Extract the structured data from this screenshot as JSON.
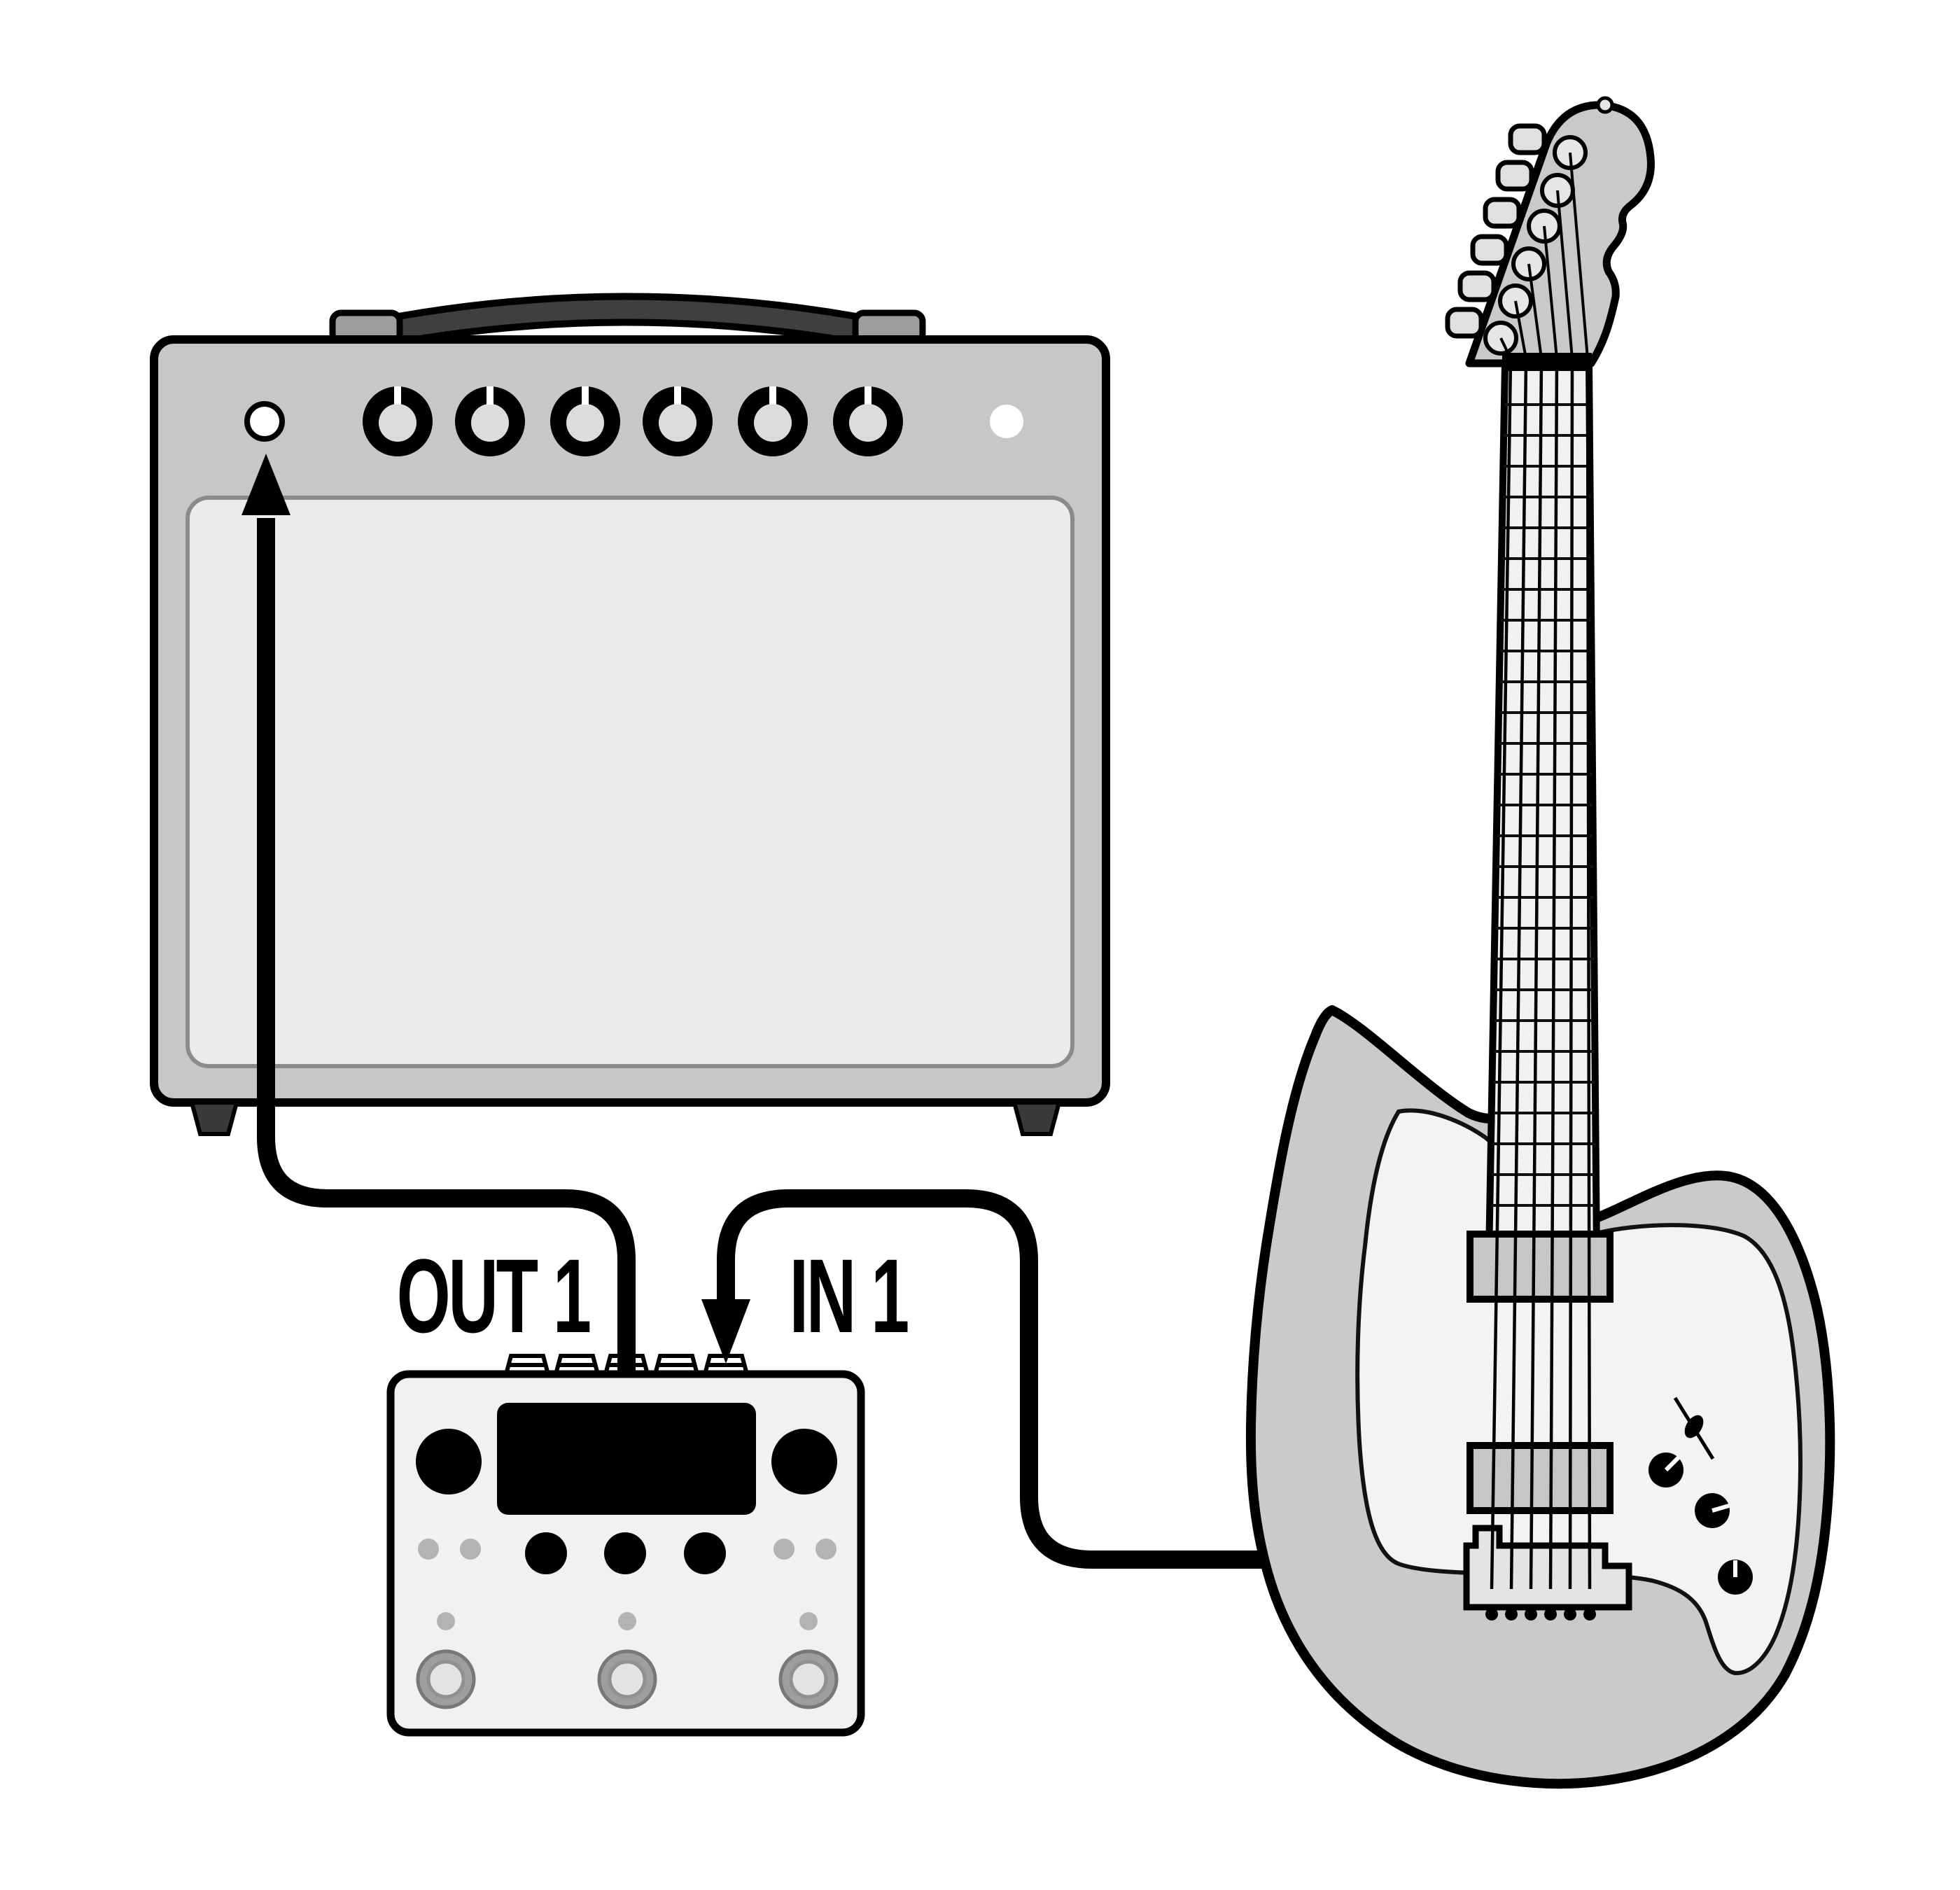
{
  "diagram": {
    "type": "guitar-signal-flow",
    "labels": {
      "out": "OUT 1",
      "in": "IN 1"
    },
    "devices": {
      "amp": "guitar-amplifier",
      "pedal": "multi-effects-pedal",
      "guitar": "electric-guitar"
    },
    "connections": [
      {
        "from": "pedal OUT 1",
        "to": "amplifier input",
        "indicator": "arrow-up"
      },
      {
        "from": "guitar output",
        "to": "pedal IN 1",
        "indicator": "arrow-down"
      }
    ],
    "colors": {
      "background": "#ffffff",
      "outline": "#000000",
      "amp_body": "#c7c7c7",
      "amp_grille": "#ebebeb",
      "grille_stroke": "#8b8b8b",
      "handle_dark": "#3f3f3f",
      "handle_caps": "#9d9d9d",
      "knob_inner": "#dcdcdc",
      "pedal_body": "#f1f1f1",
      "pedal_display": "#000000",
      "pedal_dots": "#b3b3b3",
      "footswitch_ring": "#9e9e9e",
      "footswitch_center": "#e3e3e3",
      "guitar_body": "#cacaca",
      "pickguard": "#f3f3f3",
      "fretboard": "#f1f1f1",
      "pickup": "#c6c6c6",
      "bridge_plate": "#e4e4e4",
      "feet": "#3a3a3a"
    }
  }
}
